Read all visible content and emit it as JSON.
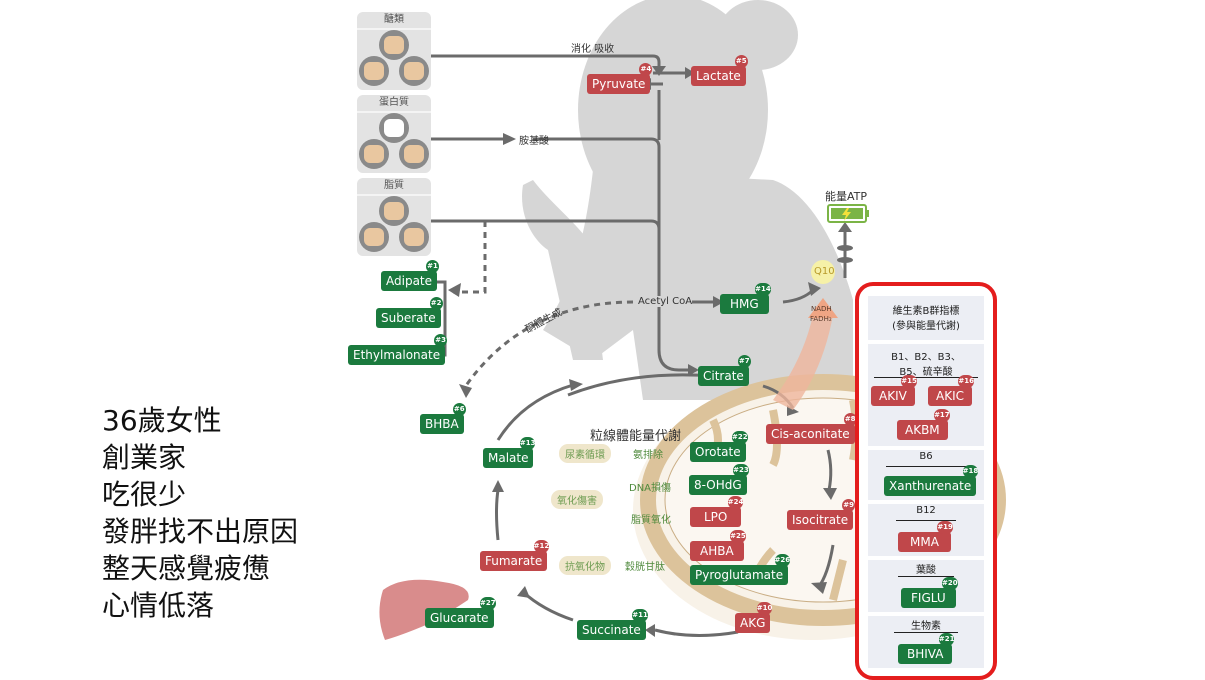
{
  "case_notes": [
    "36歲女性",
    "創業家",
    "吃很少",
    "發胖找不出原因",
    "整天感覺疲憊",
    "心情低落"
  ],
  "food_groups": [
    {
      "label": "醣類",
      "icons": [
        "rice-bowl",
        "bread",
        "banana"
      ]
    },
    {
      "label": "蛋白質",
      "icons": [
        "egg",
        "milk",
        "fish"
      ]
    },
    {
      "label": "脂質",
      "icons": [
        "oil-bottle",
        "coconut",
        "avocado"
      ]
    }
  ],
  "pathway_labels": {
    "digestion": "消化 吸收",
    "amino_acids": "胺基酸",
    "acetyl_coa": "Acetyl CoA",
    "ketogenesis": "酮體生成",
    "atp": "能量ATP",
    "q10": "Q10",
    "nadh": "NADH",
    "fadh2": "FADH₂",
    "mito_title": "粒線體能量代謝"
  },
  "markers": {
    "adipate": {
      "num": "#1",
      "name": "Adipate",
      "status": "green"
    },
    "suberate": {
      "num": "#2",
      "name": "Suberate",
      "status": "green"
    },
    "ethylmalonate": {
      "num": "#3",
      "name": "Ethylmalonate",
      "status": "green"
    },
    "pyruvate": {
      "num": "#4",
      "name": "Pyruvate",
      "status": "red"
    },
    "lactate": {
      "num": "#5",
      "name": "Lactate",
      "status": "red"
    },
    "bhba": {
      "num": "#6",
      "name": "BHBA",
      "status": "green"
    },
    "citrate": {
      "num": "#7",
      "name": "Citrate",
      "status": "green"
    },
    "cis_aconitate": {
      "num": "#8",
      "name": "Cis-aconitate",
      "status": "red"
    },
    "isocitrate": {
      "num": "#9",
      "name": "Isocitrate",
      "status": "red"
    },
    "akg": {
      "num": "#10",
      "name": "AKG",
      "status": "red"
    },
    "succinate": {
      "num": "#11",
      "name": "Succinate",
      "status": "green"
    },
    "fumarate": {
      "num": "#12",
      "name": "Fumarate",
      "status": "red"
    },
    "malate": {
      "num": "#13",
      "name": "Malate",
      "status": "green"
    },
    "hmg": {
      "num": "#14",
      "name": "HMG",
      "status": "green"
    },
    "orotate": {
      "num": "#22",
      "name": "Orotate",
      "status": "green"
    },
    "ohdg": {
      "num": "#23",
      "name": "8-OHdG",
      "status": "green"
    },
    "lpo": {
      "num": "#24",
      "name": "LPO",
      "status": "red"
    },
    "ahba": {
      "num": "#25",
      "name": "AHBA",
      "status": "red"
    },
    "pyroglutamate": {
      "num": "#26",
      "name": "Pyroglutamate",
      "status": "green"
    },
    "glucarate": {
      "num": "#27",
      "name": "Glucarate",
      "status": "green"
    }
  },
  "mito_categories": [
    {
      "category": "尿素循環",
      "process": "氨排除"
    },
    {
      "category": "氧化傷害",
      "process_1": "DNA損傷",
      "process_2": "脂質氧化"
    },
    {
      "category": "抗氧化物",
      "process": "穀胱甘肽"
    }
  ],
  "vitamin_panel": {
    "title_line1": "維生素B群指標",
    "title_line2": "(參與能量代謝)",
    "sections": [
      {
        "heading_1": "B1、B2、B3、",
        "heading_2": "B5、硫辛酸",
        "markers": [
          {
            "num": "#15",
            "name": "AKIV",
            "status": "red"
          },
          {
            "num": "#16",
            "name": "AKIC",
            "status": "red"
          },
          {
            "num": "#17",
            "name": "AKBM",
            "status": "red"
          }
        ]
      },
      {
        "heading": "B6",
        "markers": [
          {
            "num": "#18",
            "name": "Xanthurenate",
            "status": "green"
          }
        ]
      },
      {
        "heading": "B12",
        "markers": [
          {
            "num": "#19",
            "name": "MMA",
            "status": "red"
          }
        ]
      },
      {
        "heading": "葉酸",
        "markers": [
          {
            "num": "#20",
            "name": "FIGLU",
            "status": "green"
          }
        ]
      },
      {
        "heading": "生物素",
        "markers": [
          {
            "num": "#21",
            "name": "BHIVA",
            "status": "green"
          }
        ]
      }
    ]
  },
  "colors": {
    "green": "#1b7a3e",
    "red": "#c0474a",
    "highlight_border": "#e41d1d",
    "arrow": "#6b6b6b",
    "silhouette": "#d4d4d4"
  }
}
